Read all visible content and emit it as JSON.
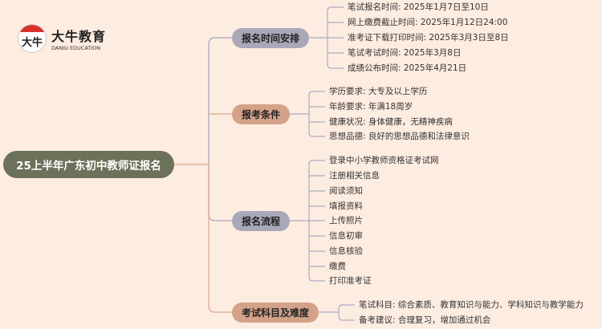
{
  "logo": {
    "mark": "大牛",
    "name": "大牛教育",
    "subtitle": "DANIU EDUCATION"
  },
  "root": "25上半年广东初中教师证报名",
  "branches": [
    {
      "label": "报名时间安排",
      "leaves": [
        "笔试报名时间: 2025年1月7日至10日",
        "网上缴费截止时间: 2025年1月12日24:00",
        "准考证下载打印时间: 2025年3月3日至8日",
        "笔试考试时间: 2025年3月8日",
        "成绩公布时间: 2025年4月21日"
      ]
    },
    {
      "label": "报考条件",
      "leaves": [
        "学历要求: 大专及以上学历",
        "年龄要求: 年满18周岁",
        "健康状况: 身体健康，无精神疾病",
        "思想品德: 良好的思想品德和法律意识"
      ]
    },
    {
      "label": "报名流程",
      "leaves": [
        "登录中小学教师资格证考试网",
        "注册相关信息",
        "阅读须知",
        "填报资料",
        "上传照片",
        "信息初审",
        "信息核验",
        "缴费",
        "打印准考证"
      ]
    },
    {
      "label": "考试科目及难度",
      "leaves": [
        "笔试科目: 综合素质、教育知识与能力、学科知识与教学能力",
        "备考建议: 合理复习，增加通过机会"
      ]
    }
  ],
  "colors": {
    "background": "#fdece0",
    "root": "#6b7259",
    "lavender": "#a9a8b9",
    "salmon": "#d4a189"
  }
}
